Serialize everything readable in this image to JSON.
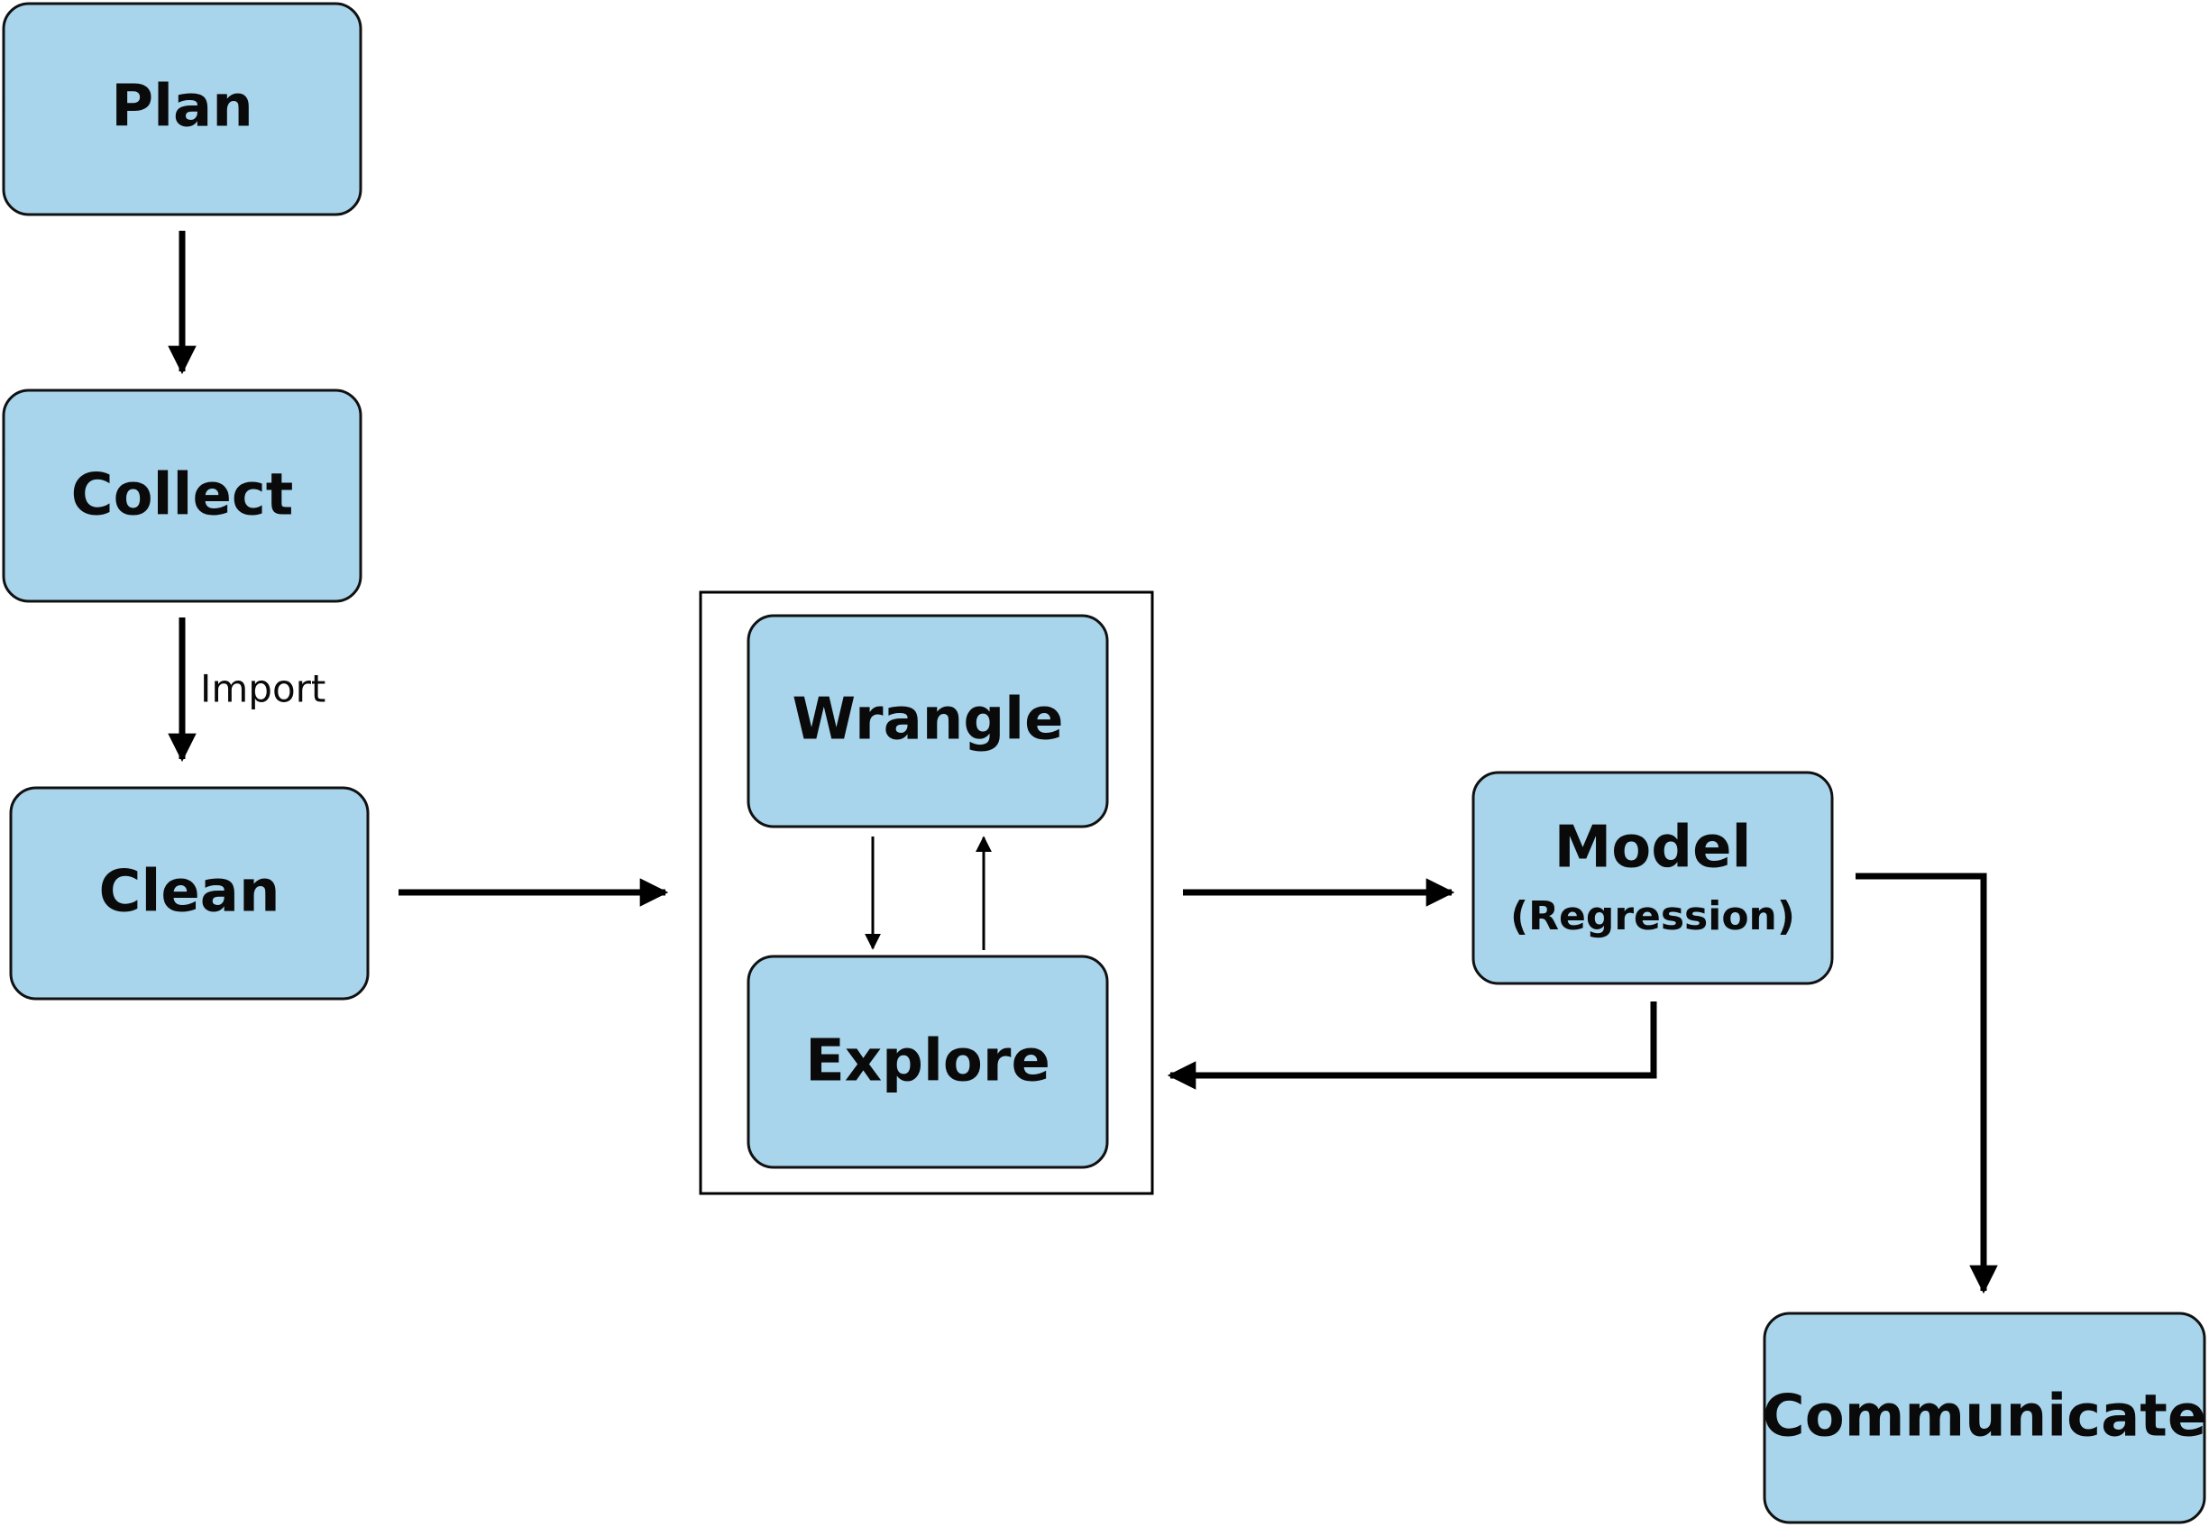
{
  "nodes": {
    "plan": "Plan",
    "collect": "Collect",
    "clean": "Clean",
    "wrangle": "Wrangle",
    "explore": "Explore",
    "model": "Model",
    "model_sub": "(Regression)",
    "communicate": "Communicate"
  },
  "edges": {
    "collect_to_clean": "Import"
  },
  "colors": {
    "node_fill": "#a8d5ec",
    "stroke": "#000000"
  }
}
